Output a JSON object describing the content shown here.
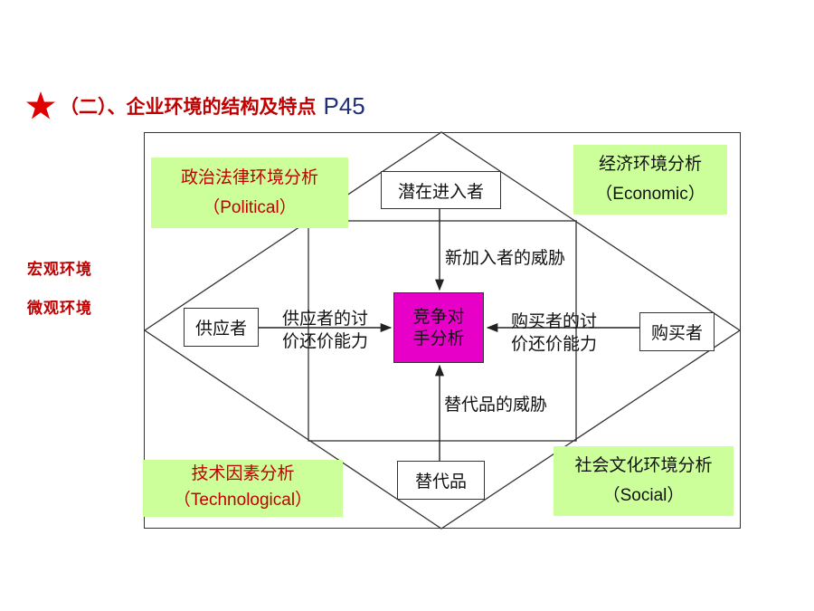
{
  "title": {
    "text": "（二）、企业环境的结构及特点",
    "ref": "P45"
  },
  "side_labels": {
    "macro": "宏观环境",
    "micro": "微观环境"
  },
  "nodes": {
    "potential_entrants": "潜在进入者",
    "suppliers": "供应者",
    "buyers": "购买者",
    "substitutes": "替代品",
    "competitor_analysis_line1": "竞争对",
    "competitor_analysis_line2": "手分析"
  },
  "arrows": {
    "new_entrants_threat": "新加入者的威胁",
    "supplier_power_line1": "供应者的讨",
    "supplier_power_line2": "价还价能力",
    "buyer_power_line1": "购买者的讨",
    "buyer_power_line2": "价还价能力",
    "substitute_threat": "替代品的威胁"
  },
  "macro_factors": {
    "political": {
      "cn": "政治法律环境分析",
      "en": "（Political）"
    },
    "economic": {
      "cn": "经济环境分析",
      "en": "（Economic）"
    },
    "technological": {
      "cn": "技术因素分析",
      "en": "（Technological）"
    },
    "social": {
      "cn": "社会文化环境分析",
      "en": "（Social）"
    }
  },
  "colors": {
    "title": "#c00000",
    "ref": "#1f2f7a",
    "star": "#e00000",
    "macro_box": "#ccff99",
    "center_box": "#e600c8"
  }
}
